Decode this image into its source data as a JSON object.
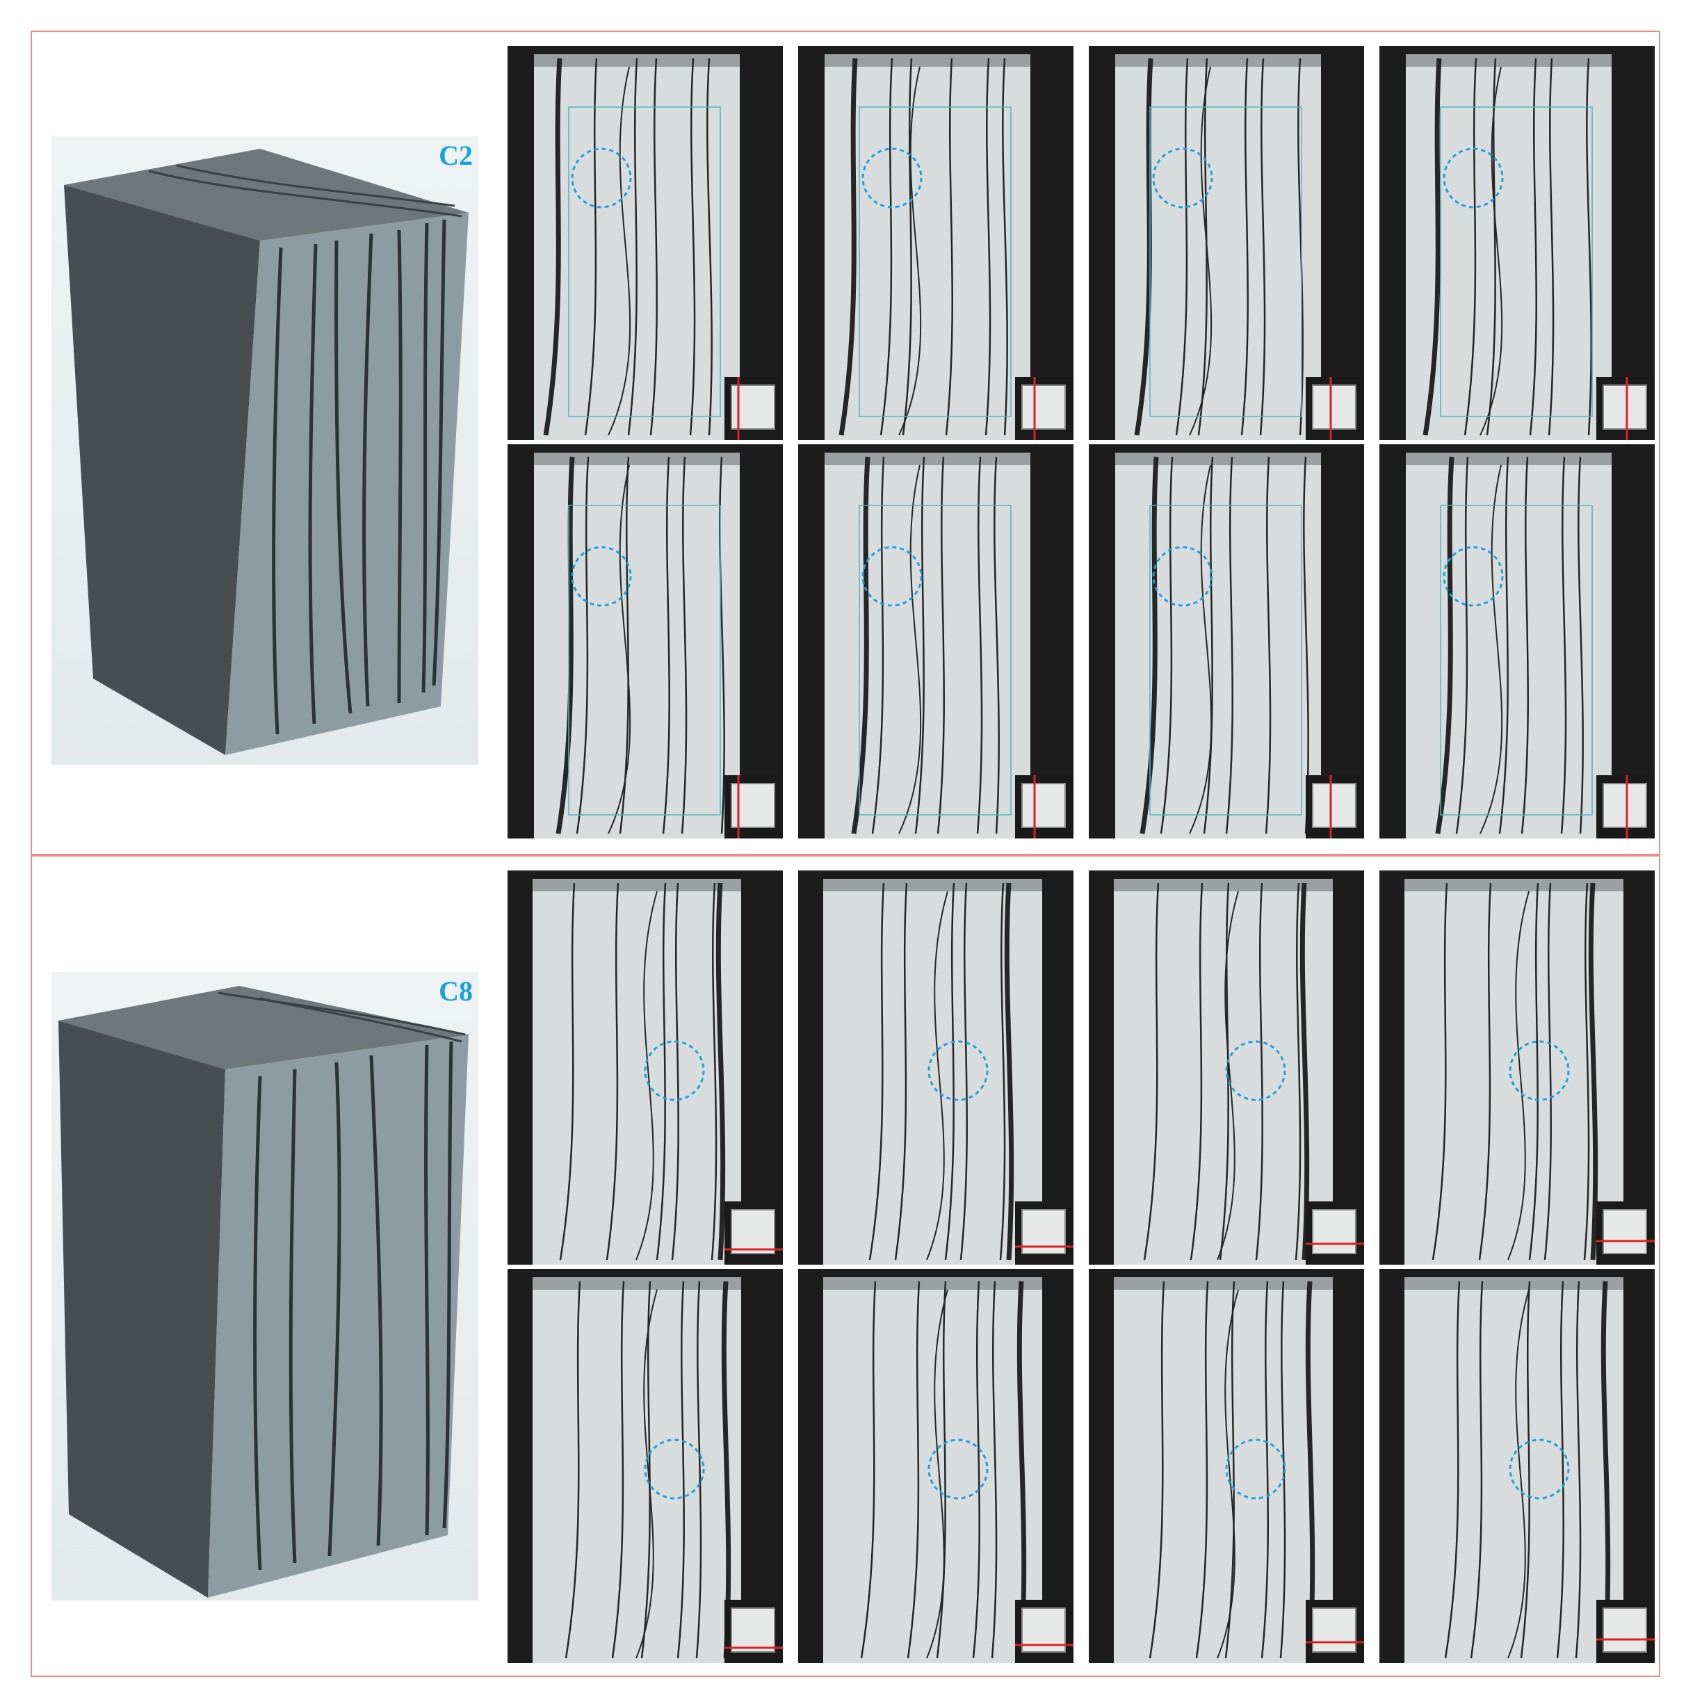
{
  "figure": {
    "panels": [
      {
        "id": "c2",
        "label": "C2",
        "slice_count": 8,
        "slice_view": "vertical-section",
        "highlight_color": "#1aa0e0",
        "marker_color": "#e02020"
      },
      {
        "id": "c8",
        "label": "C8",
        "slice_count": 8,
        "slice_view": "horizontal-section",
        "highlight_color": "#1aa0e0",
        "marker_color": "#e02020"
      }
    ],
    "frame_color": "#f08a8a",
    "icons": {
      "model": "3d-ct-volume-icon",
      "circle": "dashed-circle-marker-icon",
      "inset": "slice-position-inset-icon"
    }
  }
}
